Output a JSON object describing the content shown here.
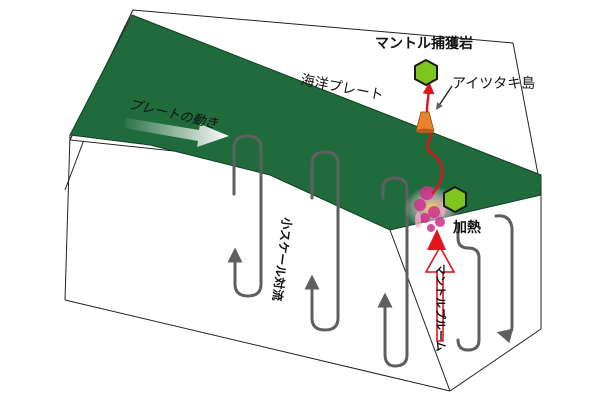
{
  "labels": {
    "mantle_xenolith": "マントル捕獲岩",
    "aitutaki": "アイツタキ島",
    "oceanic_plate": "海洋プレート",
    "plate_motion": "プレートの動き",
    "small_convection": "小スケール対流",
    "heating": "加熱",
    "mantle_plume": "マントルプルーム"
  },
  "colors": {
    "plate_green": "#1f6b3c",
    "plate_edge": "#123f23",
    "hexagon_fill": "#7ec51d",
    "hexagon_stroke": "#1a1a1a",
    "convection_line": "#5f5f5f",
    "ascent_path": "#e1141e",
    "heating_red": "#e1141e",
    "plume_magenta": "#d0318b",
    "island_orange": "#e8822e",
    "box_line": "#222222"
  },
  "icons": {
    "xenolith_marker": "hexagon-icon",
    "plate_motion": "arrow-right-icon",
    "plume_arrow": "arrow-up-icon"
  }
}
